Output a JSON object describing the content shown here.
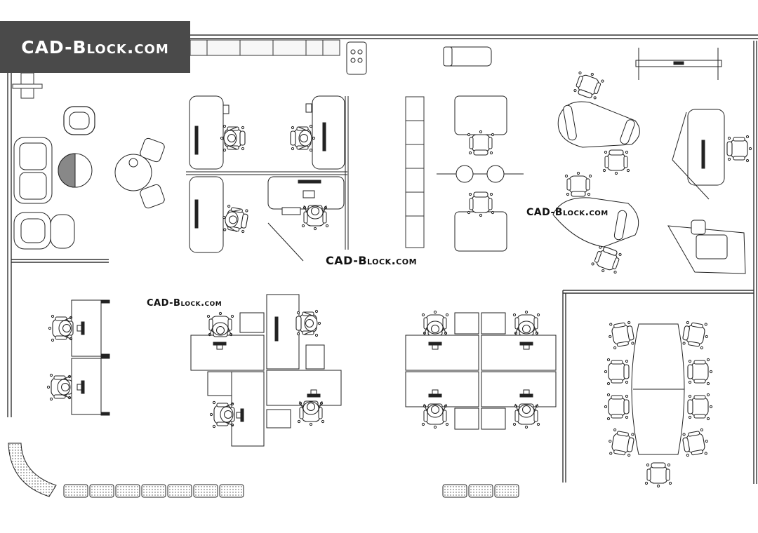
{
  "branding": {
    "logo_text": "CAD-Block.com",
    "watermark_center": "CAD-Block.com",
    "watermark_right": "CAD-Block.com",
    "watermark_left": "CAD-Block.com"
  },
  "colors": {
    "logo_background": "#4a4a4a",
    "logo_text": "#ffffff",
    "line": "#222222",
    "fill_light": "#f2f2f2",
    "background": "#ffffff"
  },
  "icons": [
    "office-chair-icon",
    "sofa-icon",
    "armchair-icon",
    "round-table-icon",
    "desk-icon",
    "monitor-icon",
    "conference-table-icon",
    "partition-wall-icon",
    "ottoman-bench-icon"
  ]
}
